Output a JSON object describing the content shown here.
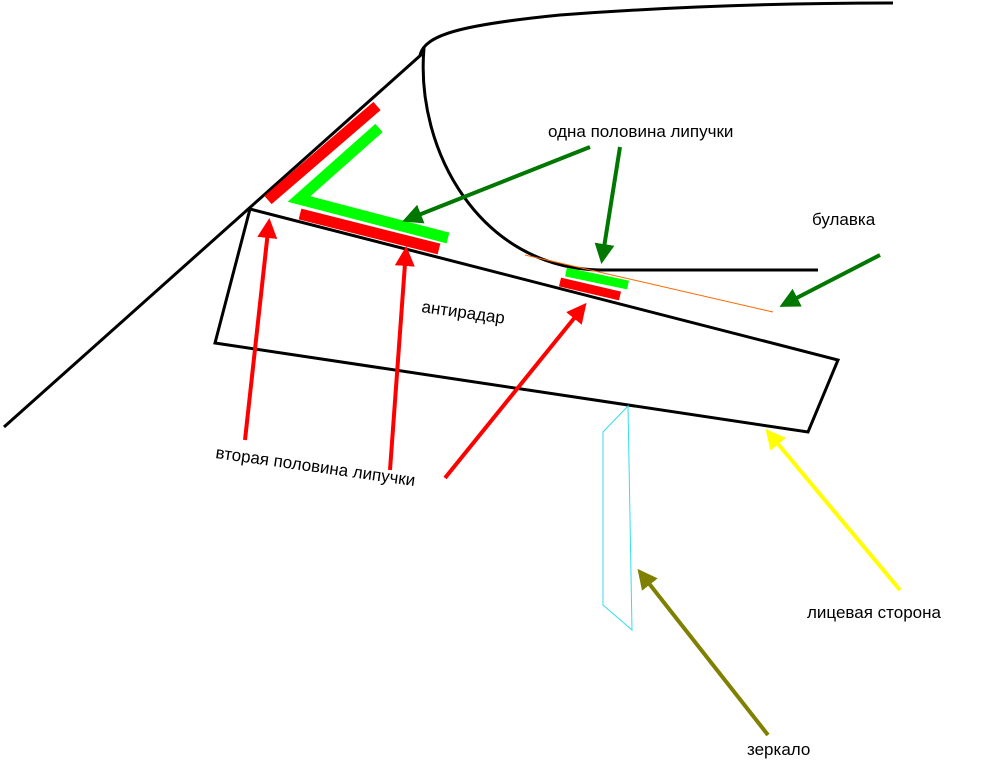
{
  "labels": {
    "one_half": "одна половина липучки",
    "pin": "булавка",
    "antiradar": "антирадар",
    "second_half": "вторая половина липучки",
    "front_side": "лицевая сторона",
    "mirror": "зеркало"
  },
  "colors": {
    "outline": "#000000",
    "velcro_red": "#ff0000",
    "velcro_green": "#00ff00",
    "arrow_green": "#007700",
    "arrow_red": "#ff0000",
    "arrow_yellow": "#ffff00",
    "arrow_olive": "#808000",
    "pin": "#ff6600",
    "mirror": "#33ddee"
  }
}
